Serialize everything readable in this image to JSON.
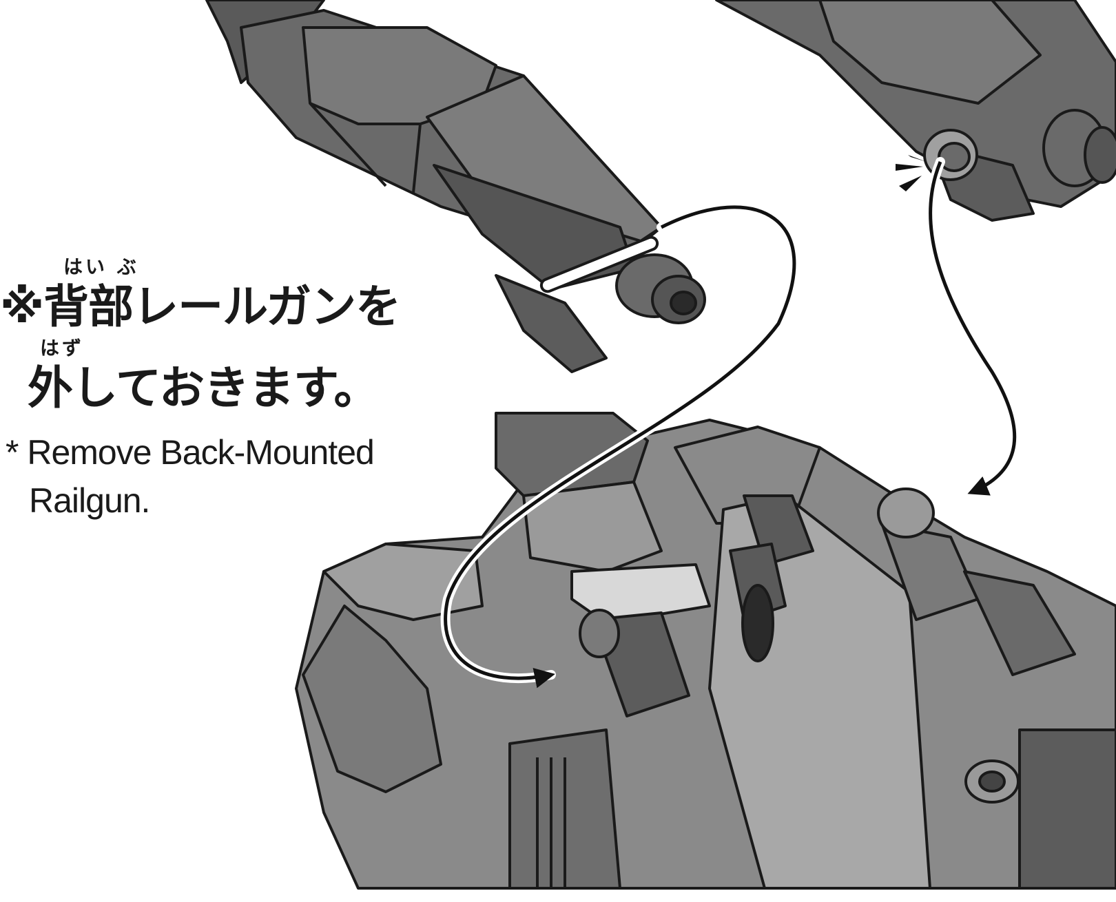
{
  "instruction": {
    "ruby_haibu": "はい ぶ",
    "jp_line1": "※背部レールガンを",
    "ruby_hazu": "はず",
    "jp_line2": "外しておきます。",
    "en_line1": "* Remove Back-Mounted",
    "en_line2": "Railgun."
  },
  "colors": {
    "outline": "#1a1a1a",
    "part_dark": "#5a5a5a",
    "part_mid": "#7a7a7a",
    "part_light": "#a8a8a8",
    "part_pale": "#d2d2d2",
    "arrow": "#111111"
  },
  "icons": {
    "removal_arrow": "curved-arrow-icon",
    "attach_arrow": "curved-double-arrow-icon",
    "click_marks": "click-sound-icon"
  }
}
